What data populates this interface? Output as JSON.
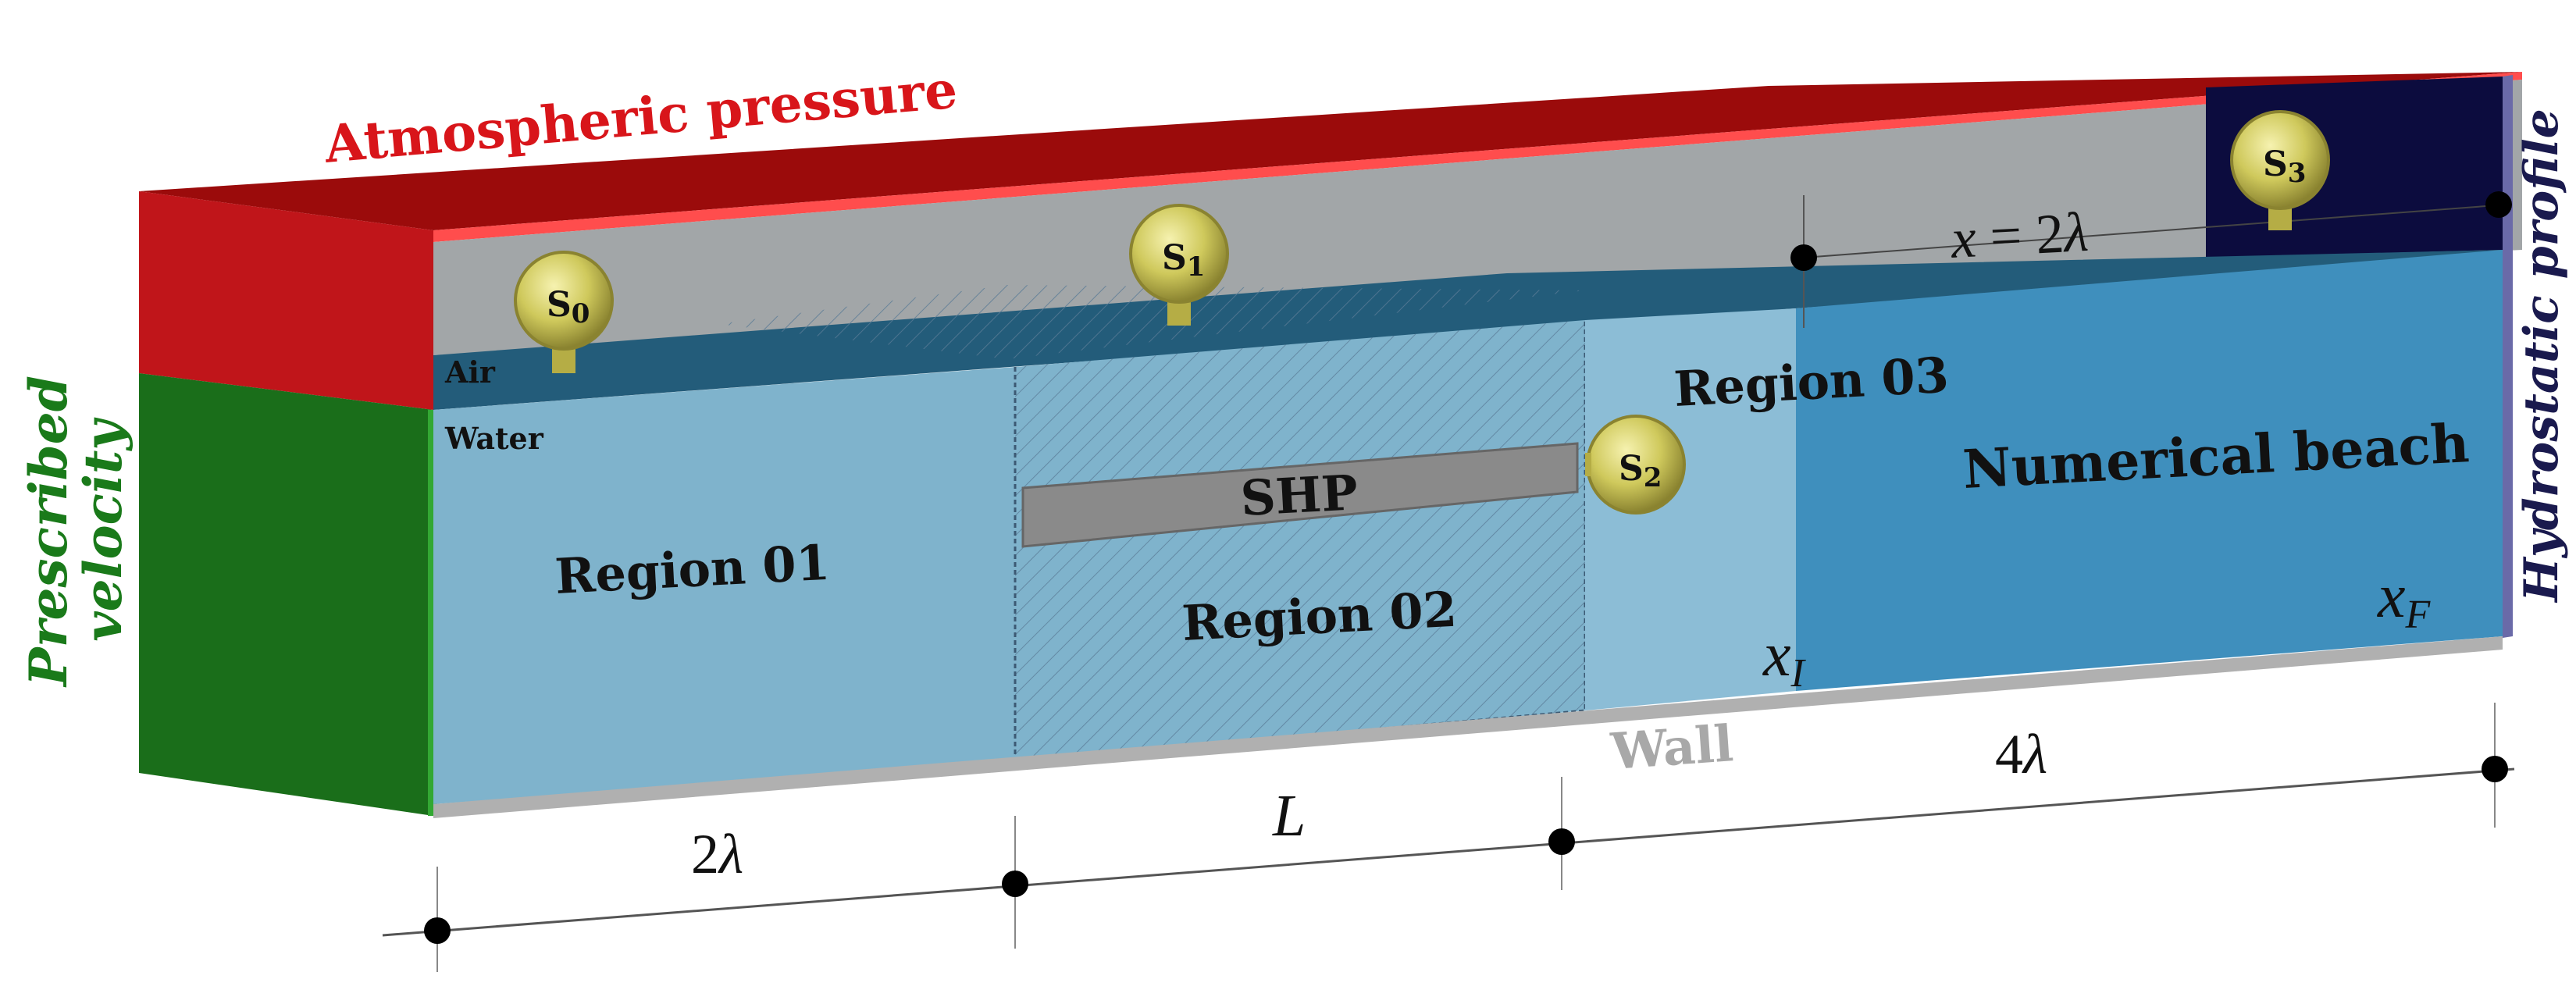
{
  "boundaries": {
    "top": "Atmospheric pressure",
    "left_line1": "Prescribed",
    "left_line2": "velocity",
    "right": "Hydrostatic profile",
    "bottom": "Wall"
  },
  "phases": {
    "air": "Air",
    "water": "Water"
  },
  "regions": {
    "r1": "Region 01",
    "r2": "Region 02",
    "r3": "Region 03",
    "beach": "Numerical beach"
  },
  "body_label": "SHP",
  "sensors": [
    {
      "main": "S",
      "sub": "0"
    },
    {
      "main": "S",
      "sub": "1"
    },
    {
      "main": "S",
      "sub": "2"
    },
    {
      "main": "S",
      "sub": "3"
    }
  ],
  "markers": {
    "xI_main": "x",
    "xI_sub": "I",
    "xF_main": "x",
    "xF_sub": "F",
    "x2_lhs": "x",
    "x2_eq": " = 2",
    "x2_lambda": "λ"
  },
  "dimensions": {
    "d1_num": "2",
    "d1_sym": "λ",
    "d2": "L",
    "d3_num": "4",
    "d3_sym": "λ"
  },
  "colors": {
    "atmos": "#c0151a",
    "velocity": "#1a6e1a",
    "hydro": "#1a1a5e",
    "air": "#a2a6a8",
    "water_light": "#7fb3cc",
    "water_dark": "#3f8fbd",
    "wall": "#a8a8a8",
    "sensor": "#c9c45a"
  }
}
